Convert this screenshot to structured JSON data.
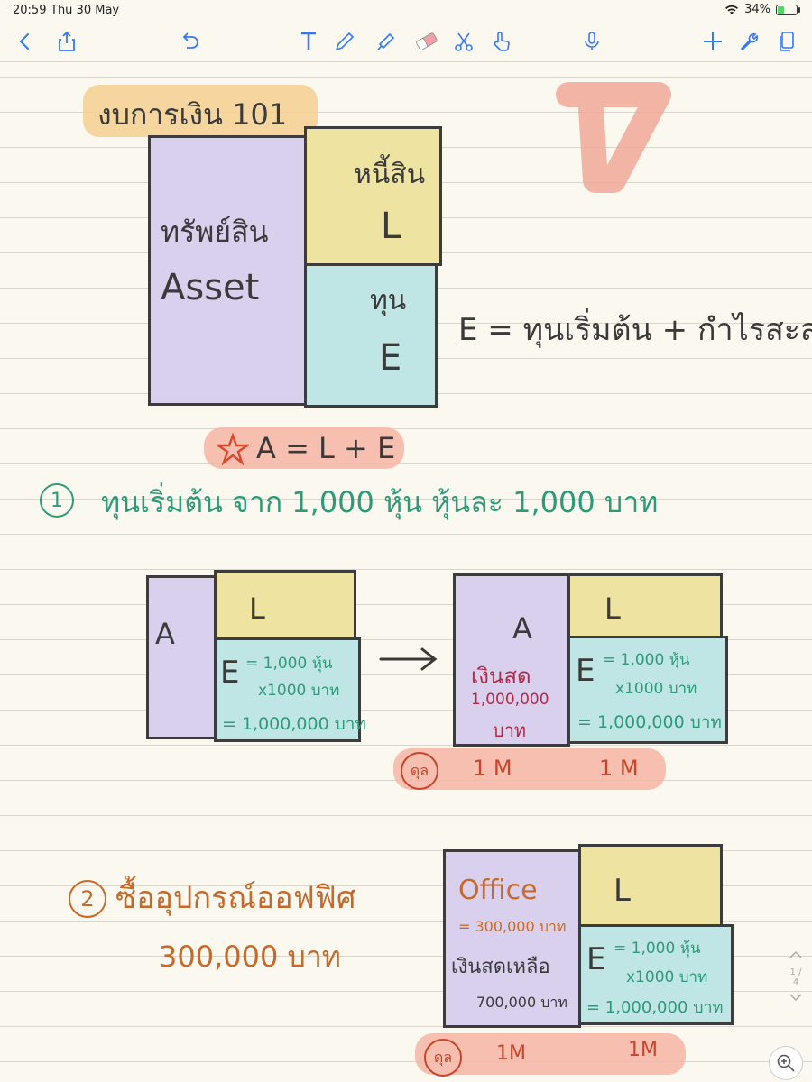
{
  "status": {
    "time": "20:59",
    "date": "Thu 30 May",
    "battery": "34%",
    "battery_level": 0.34
  },
  "icons": [
    "back-icon",
    "share-icon",
    "undo-icon",
    "text-tool-icon",
    "pen-icon",
    "highlighter-icon",
    "eraser-icon",
    "scissors-icon",
    "hand-pointer-icon",
    "microphone-icon",
    "plus-icon",
    "wrench-icon",
    "pages-icon"
  ],
  "colors": {
    "purple": "#d9d0ee",
    "yellow": "#efe3a2",
    "cyan": "#bfe6e4",
    "green": "#2e9a7a",
    "orange": "#c56a2a",
    "red": "#c8452c",
    "crimson": "#b02b48"
  },
  "note": {
    "title": "งบการเงิน 101",
    "big_box": {
      "asset_th": "ทรัพย์สิน",
      "asset_en": "Asset",
      "liab_th": "หนี้สิน",
      "liab_l": "L",
      "equity_th": "ทุน",
      "equity_e": "E"
    },
    "equity_def": "E = ทุนเริ่มต้น + กำไรสะสม",
    "equation": "A = L + E",
    "step1": {
      "num": "1",
      "text": "ทุนเริ่มต้น จาก 1,000 หุ้น หุ้นละ 1,000 บาท"
    },
    "left_box": {
      "a": "A",
      "l": "L",
      "e": "E",
      "e_line1": "= 1,000 หุ้น",
      "e_line2": "x1000 บาท",
      "e_line3": "= 1,000,000 บาท"
    },
    "right_box": {
      "a": "A",
      "cash": "เงินสด",
      "cash_amt": "1,000,000",
      "baht": "บาท",
      "l": "L",
      "e": "E",
      "e_line1": "= 1,000 หุ้น",
      "e_line2": "x1000 บาท",
      "e_line3": "= 1,000,000 บาท"
    },
    "balance1": {
      "label": "ดุล",
      "left": "1 M",
      "right": "1 M"
    },
    "step2": {
      "num": "2",
      "text": "ซื้ออุปกรณ์ออฟฟิศ",
      "amount": "300,000 บาท"
    },
    "box3": {
      "office": "Office",
      "office_amt": "= 300,000 บาท",
      "cash_left": "เงินสดเหลือ",
      "cash_amt": "700,000 บาท",
      "l": "L",
      "e": "E",
      "e_line1": "= 1,000 หุ้น",
      "e_line2": "x1000 บาท",
      "e_line3": "= 1,000,000 บาท"
    },
    "balance2": {
      "label": "ดุล",
      "left": "1M",
      "right": "1M"
    },
    "page_indicator": "1 / 4"
  }
}
